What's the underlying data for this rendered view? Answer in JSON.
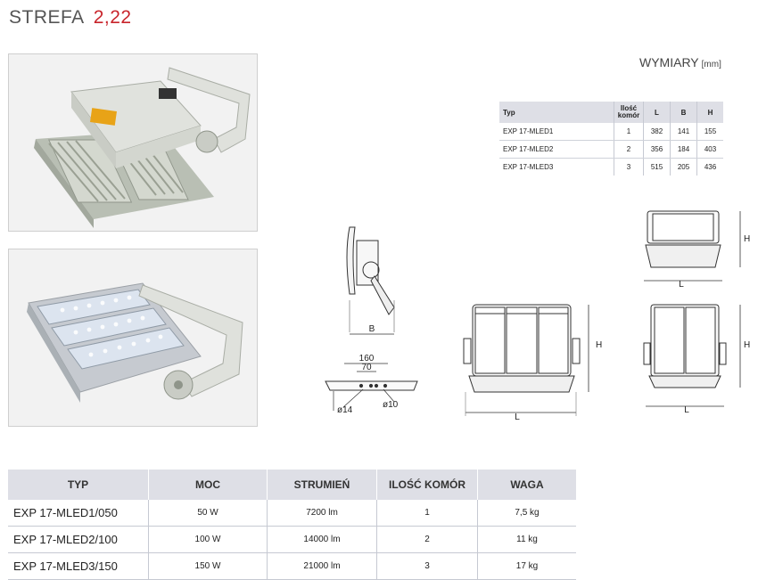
{
  "header": {
    "section": "STREFA",
    "number": "2,22"
  },
  "dimensions_title": {
    "label": "WYMIARY",
    "unit": "[mm]"
  },
  "dimensions_table": {
    "headers": [
      "Typ",
      "Ilość komór",
      "L",
      "B",
      "H"
    ],
    "rows": [
      [
        "EXP 17-MLED1",
        "1",
        "382",
        "141",
        "155"
      ],
      [
        "EXP 17-MLED2",
        "2",
        "356",
        "184",
        "403"
      ],
      [
        "EXP 17-MLED3",
        "3",
        "515",
        "205",
        "436"
      ]
    ]
  },
  "drawing_labels": {
    "B": "B",
    "L": "L",
    "H": "H",
    "d160": "160",
    "d70": "70",
    "phi14": "ø14",
    "phi10": "ø10",
    "L2": "L",
    "H2": "H",
    "L3": "L",
    "H3": "H"
  },
  "spec_table": {
    "headers": [
      "TYP",
      "MOC",
      "STRUMIEŃ",
      "ILOŚĆ KOMÓR",
      "WAGA"
    ],
    "rows": [
      [
        "EXP 17-MLED1/050",
        "50 W",
        "7200 lm",
        "1",
        "7,5 kg"
      ],
      [
        "EXP 17-MLED2/100",
        "100 W",
        "14000 lm",
        "2",
        "11 kg"
      ],
      [
        "EXP 17-MLED3/150",
        "150 W",
        "21000 lm",
        "3",
        "17 kg"
      ]
    ]
  },
  "colors": {
    "accent": "#c8242b",
    "header_bg": "#dedfe6",
    "text": "#333333"
  },
  "icons": [
    "floodlight-photo-2-chamber",
    "floodlight-photo-3-chamber",
    "technical-drawings"
  ]
}
